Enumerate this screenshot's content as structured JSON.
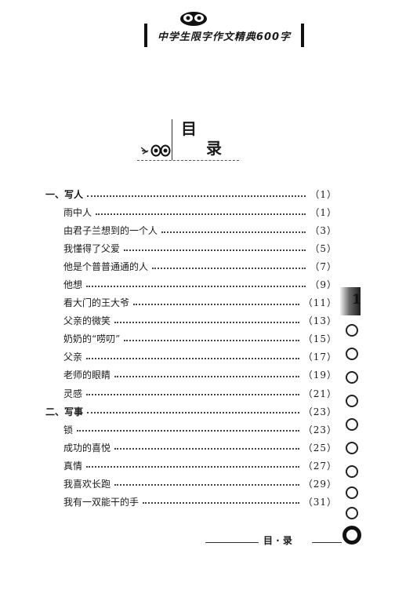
{
  "header": {
    "series_title": "中学生限字作文精典600字"
  },
  "page_title": {
    "char_1": "目",
    "char_2": "录"
  },
  "toc": [
    {
      "level": 1,
      "title": "一、写人",
      "page": "（1）"
    },
    {
      "level": 2,
      "title": "雨中人",
      "page": "（1）"
    },
    {
      "level": 2,
      "title": "由君子兰想到的一个人",
      "page": "（3）"
    },
    {
      "level": 2,
      "title": "我懂得了父爱",
      "page": "（5）"
    },
    {
      "level": 2,
      "title": "他是个普普通通的人",
      "page": "（7）"
    },
    {
      "level": 2,
      "title": "他想",
      "page": "（9）"
    },
    {
      "level": 2,
      "title": "看大门的王大爷",
      "page": "（11）"
    },
    {
      "level": 2,
      "title": "父亲的微笑",
      "page": "（13）"
    },
    {
      "level": 2,
      "title": "奶奶的“唠叨”",
      "page": "（15）"
    },
    {
      "level": 2,
      "title": "父亲",
      "page": "（17）"
    },
    {
      "level": 2,
      "title": "老师的眼睛",
      "page": "（19）"
    },
    {
      "level": 2,
      "title": "灵感",
      "page": "（21）"
    },
    {
      "level": 1,
      "title": "二、写事",
      "page": "（23）"
    },
    {
      "level": 2,
      "title": "锁",
      "page": "（23）"
    },
    {
      "level": 2,
      "title": "成功的喜悦",
      "page": "（25）"
    },
    {
      "level": 2,
      "title": "真情",
      "page": "（27）"
    },
    {
      "level": 2,
      "title": "我喜欢长跑",
      "page": "（29）"
    },
    {
      "level": 2,
      "title": "我有一双能干的手",
      "page": "（31）"
    }
  ],
  "side_tab": {
    "page_number": "1"
  },
  "footer": {
    "label": "目 · 录"
  }
}
